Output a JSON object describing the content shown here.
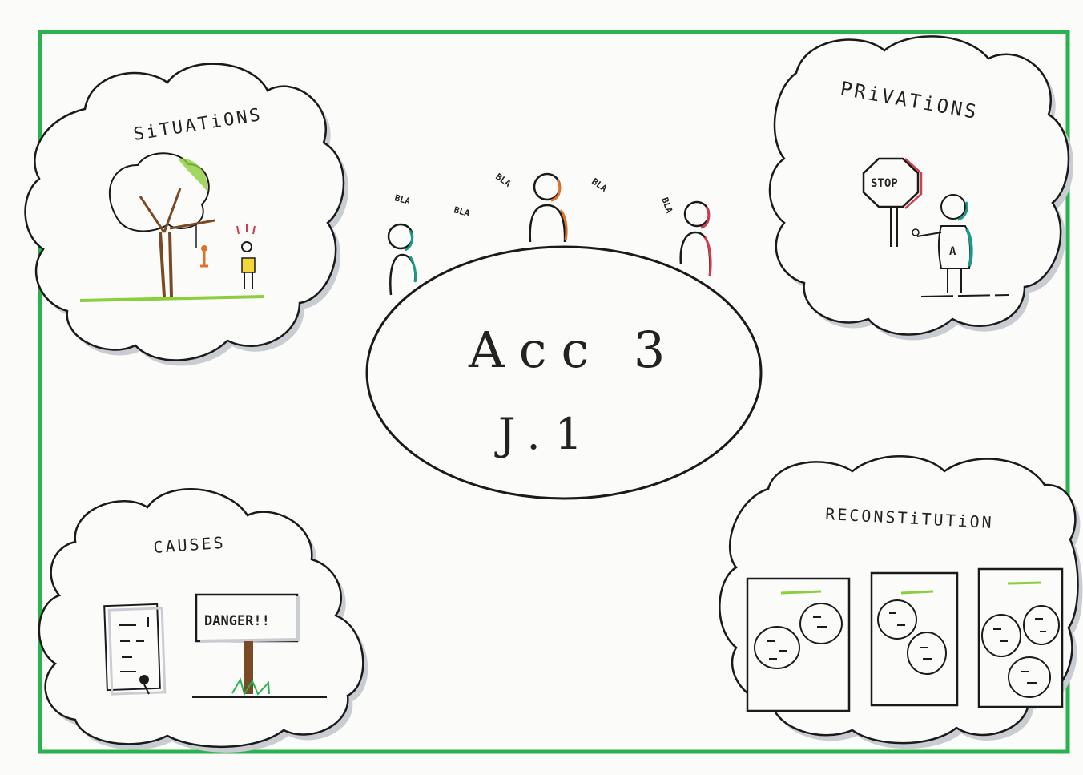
{
  "title": {
    "line1": "Acc 3",
    "line2": "J.1"
  },
  "clouds": {
    "situations": {
      "label": "SiTUATiONS"
    },
    "privations": {
      "label": "PRiVATiONS",
      "sign_text": "STOP",
      "shirt_letter": "A"
    },
    "causes": {
      "label": "CAUSES",
      "sign_text": "DANGER!!"
    },
    "reconstitution": {
      "label": "RECONSTiTUTiON"
    }
  },
  "speech": [
    "BLA",
    "BLA",
    "BLA",
    "BLA",
    "BLA"
  ],
  "colors": {
    "frame": "#2ab24f",
    "ink": "#1a1a1a",
    "teal": "#1a9a8a",
    "orange": "#e0712b",
    "red": "#d23c4f",
    "shadow": "#c9ccd1",
    "leaf_green": "#8ccf3c",
    "brown": "#7a4a25",
    "yellow": "#f2d73a"
  }
}
